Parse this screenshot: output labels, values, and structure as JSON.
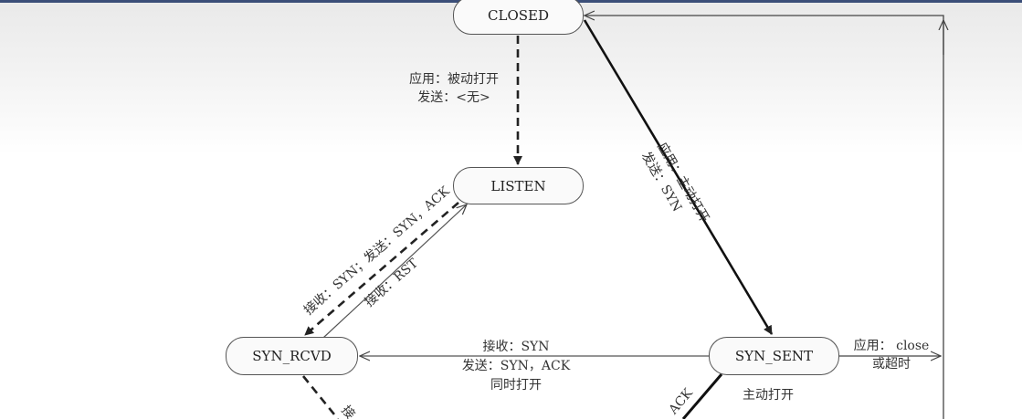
{
  "states": {
    "closed": "CLOSED",
    "listen": "LISTEN",
    "syn_rcvd": "SYN_RCVD",
    "syn_sent": "SYN_SENT"
  },
  "transitions": {
    "passive_open": {
      "line1": "应用：被动打开",
      "line2": "发送：<无>"
    },
    "active_open": {
      "line1": "应用：主动打开",
      "line2": "发送：SYN"
    },
    "listen_to_rcvd": "接收：SYN；发送：SYN，ACK",
    "rst": "接收：RST",
    "simultaneous": {
      "line1": "接收：SYN",
      "line2": "发送：SYN，ACK",
      "line3": "同时打开"
    },
    "close_timeout": {
      "line1": "应用： close",
      "line2": "或超时"
    },
    "active_open_note": "主动打开",
    "ack_partial": "ACK",
    "recv_partial": "接"
  }
}
